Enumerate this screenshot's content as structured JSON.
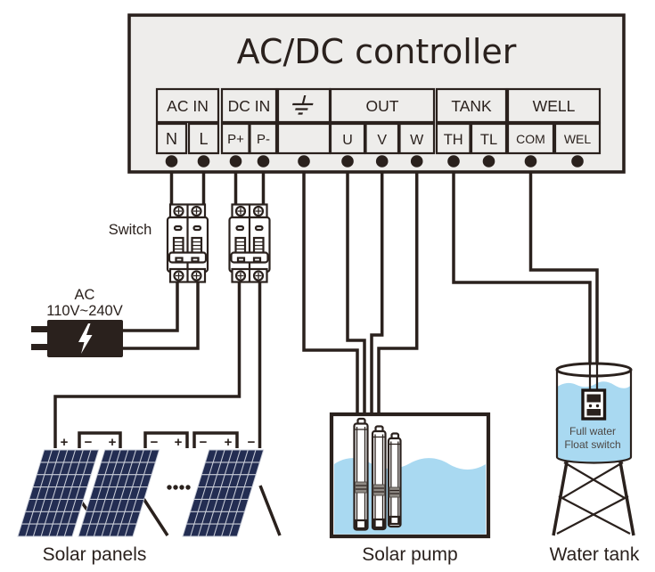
{
  "controller": {
    "title": "AC/DC controller",
    "groups": [
      {
        "name": "AC IN",
        "terminals": [
          "N",
          "L"
        ]
      },
      {
        "name": "DC IN",
        "terminals": [
          "P+",
          "P-"
        ]
      },
      {
        "name": "",
        "icon": "earth-ground",
        "terminals": []
      },
      {
        "name": "OUT",
        "terminals": [
          "U",
          "V",
          "W"
        ]
      },
      {
        "name": "TANK",
        "terminals": [
          "TH",
          "TL"
        ]
      },
      {
        "name": "WELL",
        "terminals": [
          "COM",
          "WEL"
        ]
      }
    ]
  },
  "breakers": {
    "label": "Switch"
  },
  "source": {
    "line1": "AC",
    "line2": "110V~240V"
  },
  "solar_panels": {
    "label": "Solar panels",
    "marks": [
      "+",
      "−",
      "+",
      "−",
      "+",
      "−",
      "+",
      "−"
    ]
  },
  "pump": {
    "label": "Solar pump"
  },
  "tank": {
    "label": "Water tank",
    "float_line1": "Full water",
    "float_line2": "Float switch"
  },
  "colors": {
    "line": "#2a211d",
    "panel_fill": "#eeedeb",
    "water": "#a9d9f1",
    "solar_cell": "#232d52",
    "solar_grid": "#c9cdd8"
  }
}
